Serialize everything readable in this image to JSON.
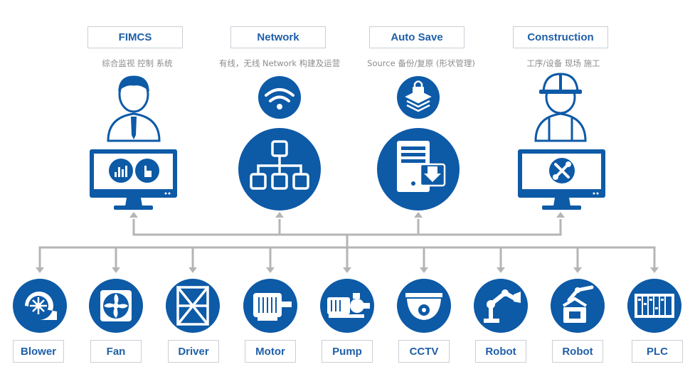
{
  "top_nodes": [
    {
      "label": "FIMCS",
      "desc": "综合监视 控制 系统",
      "icon": "operator-monitor-icon"
    },
    {
      "label": "Network",
      "desc": "有线，无线 Network 构建及运营",
      "icon": "network-icon"
    },
    {
      "label": "Auto Save",
      "desc": "Source 备份/复原 (形状管理)",
      "icon": "auto-save-icon"
    },
    {
      "label": "Construction",
      "desc": "工序/设备 现场 施工",
      "icon": "construction-worker-icon"
    }
  ],
  "devices": [
    {
      "label": "Blower",
      "icon": "blower-icon"
    },
    {
      "label": "Fan",
      "icon": "fan-icon"
    },
    {
      "label": "Driver",
      "icon": "driver-icon"
    },
    {
      "label": "Motor",
      "icon": "motor-icon"
    },
    {
      "label": "Pump",
      "icon": "pump-icon"
    },
    {
      "label": "CCTV",
      "icon": "cctv-icon"
    },
    {
      "label": "Robot",
      "icon": "robot-arm-icon"
    },
    {
      "label": "Robot",
      "icon": "robot-gripper-icon"
    },
    {
      "label": "PLC",
      "icon": "plc-icon"
    }
  ],
  "colors": {
    "primary": "#0d5aa7",
    "connector": "#b5b5b5",
    "label_text": "#1f5fa8",
    "desc_text": "#8c8c8c"
  }
}
